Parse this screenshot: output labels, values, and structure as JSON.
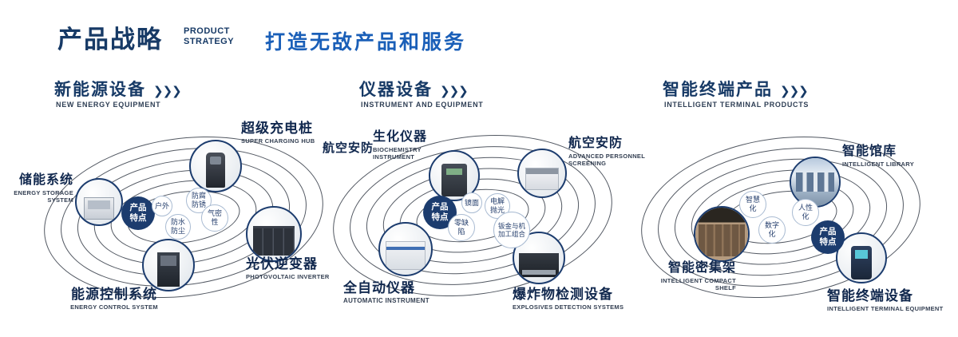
{
  "header": {
    "title_cn": "产品战略",
    "title_en_line1": "PRODUCT",
    "title_en_line2": "STRATEGY",
    "slogan": "打造无敌产品和服务",
    "arrows": "❯❯❯"
  },
  "colors": {
    "navy": "#173a66",
    "blue": "#1a5fb8"
  },
  "sections": [
    {
      "title_cn": "新能源设备",
      "title_en": "NEW ENERGY EQUIPMENT",
      "badge": "产品特点",
      "features": [
        "户外",
        "防腐防锈",
        "气密性",
        "防水防尘"
      ],
      "products": [
        {
          "cn": "储能系统",
          "en": "ENERGY STORAGE SYSTEM"
        },
        {
          "cn": "超级充电桩",
          "en": "SUPER CHARGING HUB"
        },
        {
          "cn": "光伏逆变器",
          "en": "PHOTOVOLTAIC INVERTER"
        },
        {
          "cn": "能源控制系统",
          "en": "ENERGY CONTROL SYSTEM"
        }
      ]
    },
    {
      "title_cn": "仪器设备",
      "title_en": "INSTRUMENT AND EQUIPMENT",
      "badge": "产品特点",
      "side_label": "航空安防",
      "features": [
        "镜面",
        "电解抛光",
        "零缺陷",
        "钣金与机加工组合"
      ],
      "products": [
        {
          "cn": "生化仪器",
          "en": "BIOCHEMISTRY INSTRUMENT"
        },
        {
          "cn": "航空安防",
          "en": "ADVANCED PERSONNEL SCREENING"
        },
        {
          "cn": "全自动仪器",
          "en": "AUTOMATIC INSTRUMENT"
        },
        {
          "cn": "爆炸物检测设备",
          "en": "EXPLOSIVES DETECTION SYSTEMS"
        }
      ]
    },
    {
      "title_cn": "智能终端产品",
      "title_en": "INTELLIGENT TERMINAL PRODUCTS",
      "badge": "产品特点",
      "features": [
        "智慧化",
        "人性化",
        "数字化"
      ],
      "products": [
        {
          "cn": "智能馆库",
          "en": "INTELLIGENT LIBRARY"
        },
        {
          "cn": "智能密集架",
          "en": "INTELLIGENT COMPACT SHELF"
        },
        {
          "cn": "智能终端设备",
          "en": "INTELLIGENT TERMINAL EQUIPMENT"
        }
      ]
    }
  ]
}
